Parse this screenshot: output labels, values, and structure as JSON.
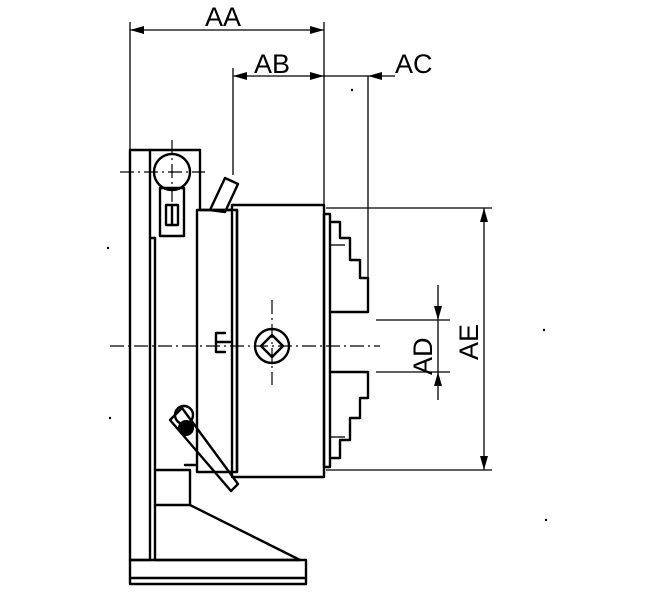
{
  "dimension_labels": {
    "aa": "AA",
    "ab": "AB",
    "ac": "AC",
    "ad": "AD",
    "ae": "AE"
  }
}
